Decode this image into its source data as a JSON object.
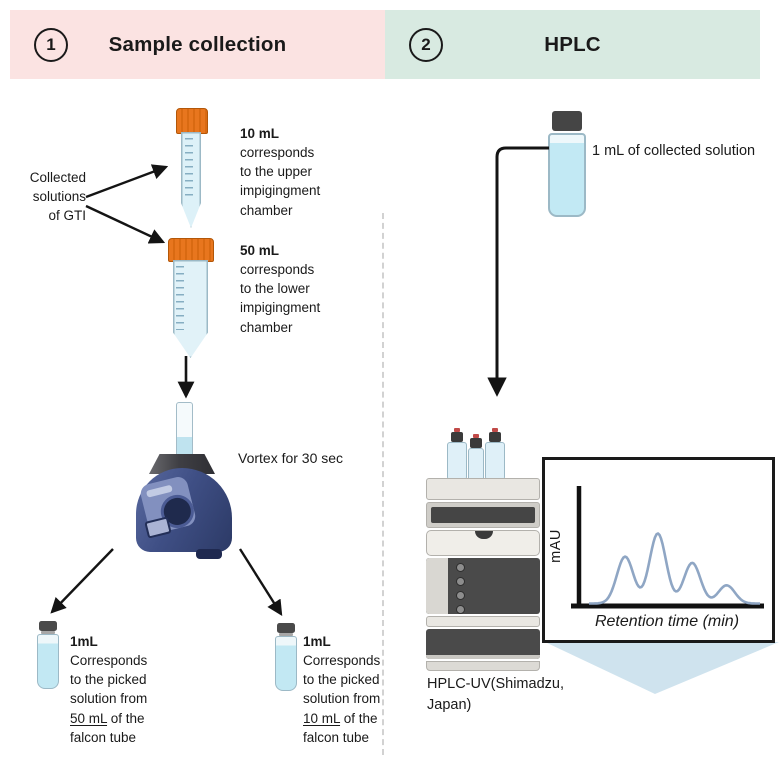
{
  "colors": {
    "step1_bg": "#fbe3e2",
    "step2_bg": "#d8eae1",
    "cap_orange": "#e8761e",
    "vial_liquid": "#c2e8f3",
    "vortex_body": "#3f4f85",
    "vortex_panel": "#8290bf",
    "chevron_blue": "#cfe3ee",
    "curve_blue": "#8fa6c4",
    "divider": "#d2d2d2",
    "ink": "#1a1a1a"
  },
  "header": {
    "steps": [
      {
        "number": "1",
        "label": "Sample collection"
      },
      {
        "number": "2",
        "label": "HPLC"
      }
    ]
  },
  "sample_collection": {
    "source_lines": [
      "Collected",
      "solutions",
      "of GTI"
    ],
    "tube_labels": [
      {
        "volume": "10 mL",
        "lines": [
          "corresponds",
          "to the upper",
          "impigingment",
          "chamber"
        ]
      },
      {
        "volume": "50 mL",
        "lines": [
          "corresponds",
          "to the lower",
          "impigingment",
          "chamber"
        ]
      }
    ],
    "vortex_label": "Vortex for 30 sec",
    "vial_labels": [
      {
        "volume": "1mL",
        "lines": [
          "Corresponds",
          "to the picked",
          "solution from"
        ],
        "underlined": "50 mL",
        "after_underlined": " of the",
        "last_line": "falcon tube"
      },
      {
        "volume": "1mL",
        "lines": [
          "Corresponds",
          "to the picked",
          "solution from"
        ],
        "underlined": "10 mL",
        "after_underlined": " of the",
        "last_line": "falcon tube"
      }
    ]
  },
  "hplc": {
    "vial_label": "1 mL of collected solution",
    "instrument_label_lines": [
      "HPLC-UV(Shimadzu,",
      "Japan)"
    ]
  },
  "chart_data": {
    "type": "line",
    "title": "",
    "xlabel": "Retention time (min)",
    "ylabel": "mAU",
    "axis_ticks_labeled": false,
    "peaks": [
      {
        "x_frac": 0.21,
        "height_frac": 0.67
      },
      {
        "x_frac": 0.4,
        "height_frac": 1.0
      },
      {
        "x_frac": 0.6,
        "height_frac": 0.58
      },
      {
        "x_frac": 0.8,
        "height_frac": 0.26
      }
    ],
    "sigma_frac": 0.048,
    "curve_color": "#8fa6c4"
  }
}
